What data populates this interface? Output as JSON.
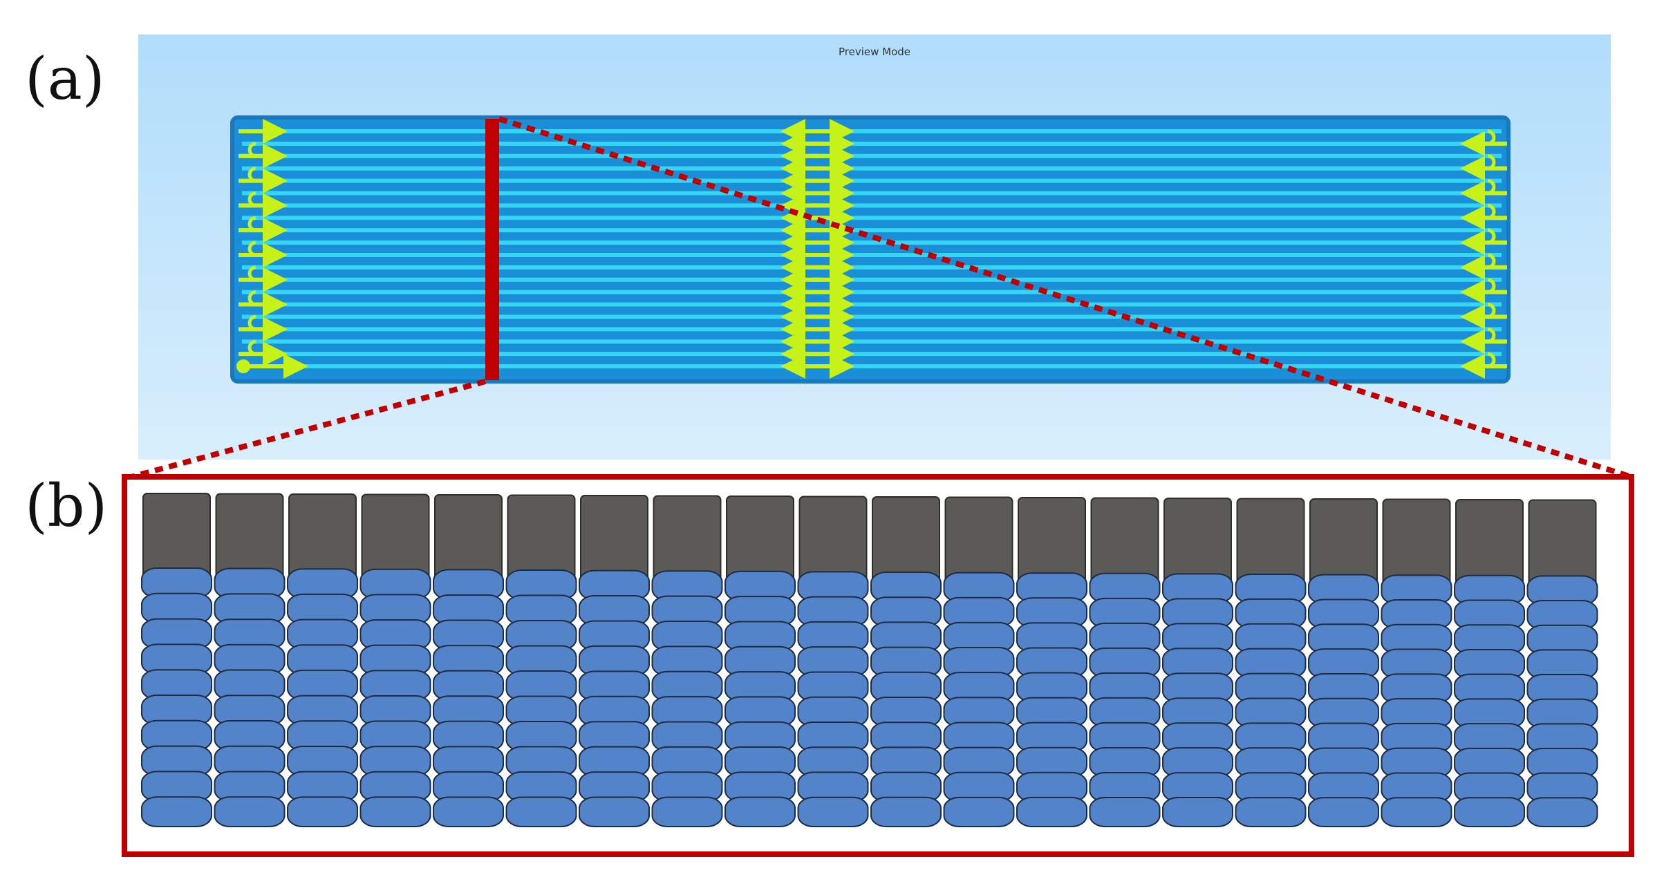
{
  "panels": {
    "a": {
      "label": "(a)"
    },
    "b": {
      "label": "(b)"
    }
  },
  "preview": {
    "title": "Preview Mode"
  },
  "toolpath": {
    "passes": 20,
    "columns": 20,
    "layers": 10,
    "colors": {
      "background": "#b1ddfb",
      "plate": "#1a8ed6",
      "plate_border": "#1878c0",
      "raster_line": "#34d6f4",
      "arrow": "#c6f21a",
      "section_marker": "#c00000",
      "bead_top": "#5b5a56",
      "bead": "#5383c8",
      "bead_outline": "#1c2c44",
      "frame": "#c00000"
    }
  }
}
